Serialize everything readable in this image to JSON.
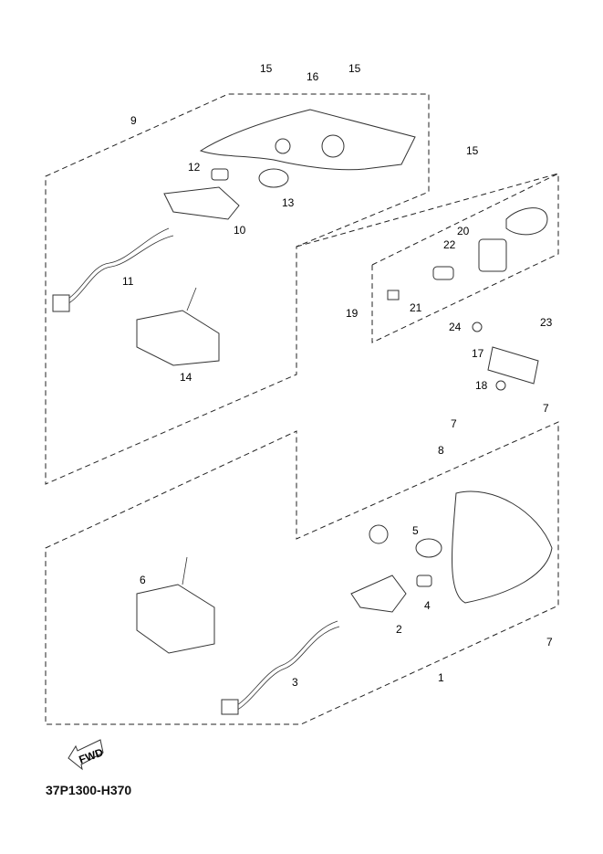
{
  "diagram_code": "37P1300-H370",
  "fwd_arrow": "FWD",
  "callouts": [
    "15",
    "16",
    "15",
    "9",
    "15",
    "12",
    "13",
    "10",
    "11",
    "14",
    "20",
    "22",
    "21",
    "19",
    "24",
    "23",
    "17",
    "18",
    "7",
    "7",
    "8",
    "6",
    "5",
    "4",
    "2",
    "3",
    "1",
    "7"
  ]
}
